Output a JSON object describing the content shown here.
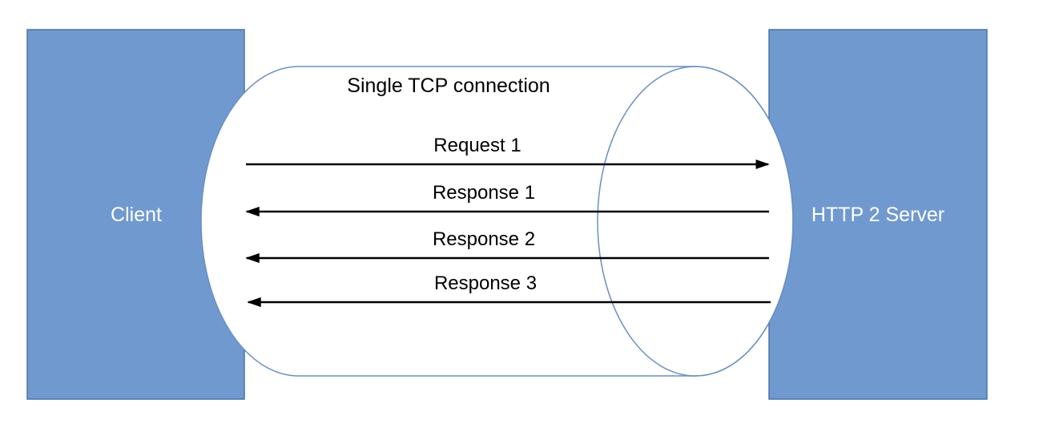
{
  "diagram": {
    "client": {
      "label": "Client"
    },
    "server": {
      "label": "HTTP 2 Server"
    },
    "connection": {
      "label": "Single TCP connection"
    },
    "messages": [
      {
        "label": "Request 1",
        "direction": "client-to-server"
      },
      {
        "label": "Response 1",
        "direction": "server-to-client"
      },
      {
        "label": "Response 2",
        "direction": "server-to-client"
      },
      {
        "label": "Response 3",
        "direction": "server-to-client"
      }
    ]
  },
  "colors": {
    "box_fill": "#7099cf",
    "box_stroke": "#4c74a6",
    "cylinder_stroke": "#6b8fc0",
    "arrow": "#000000",
    "background": "#ffffff"
  }
}
